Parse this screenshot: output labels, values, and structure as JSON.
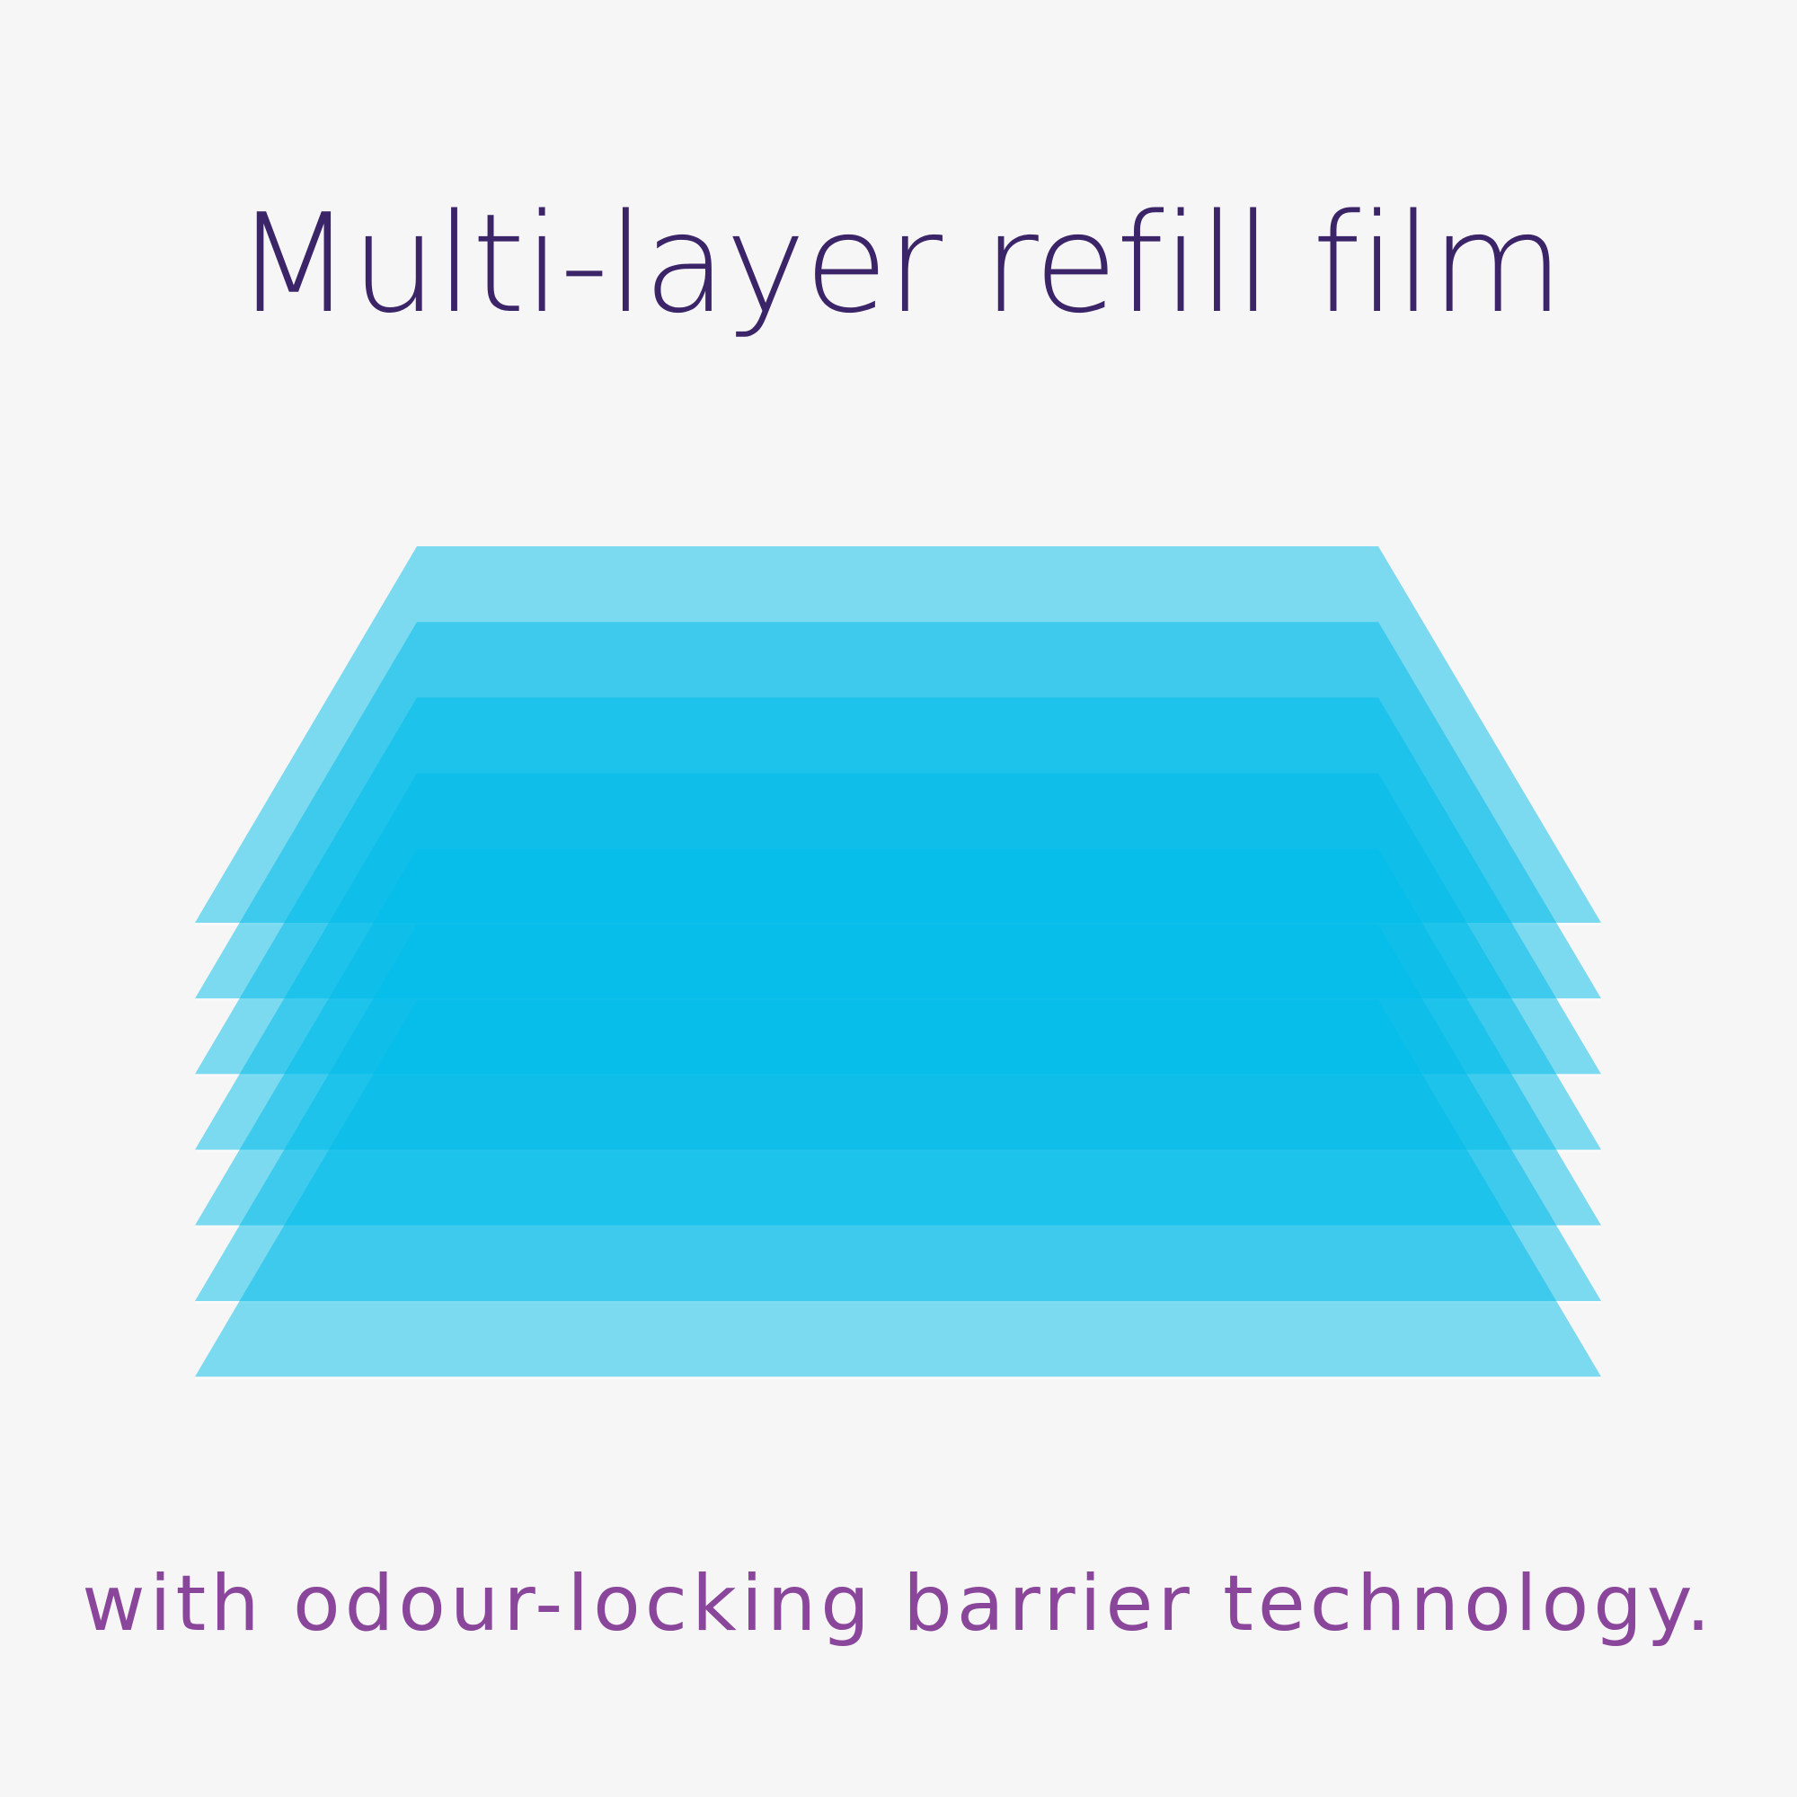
{
  "title": "Multi-layer refill film",
  "subtitle": "with odour-locking barrier technology.",
  "illustration": {
    "layer_count": 7,
    "layer_color": "#00bbea",
    "layer_opacity": 0.5,
    "edge_highlight_color": "#ffffff",
    "background_color": "#f6f6f6"
  },
  "colors": {
    "title": "#3b2468",
    "subtitle": "#8a469a"
  }
}
